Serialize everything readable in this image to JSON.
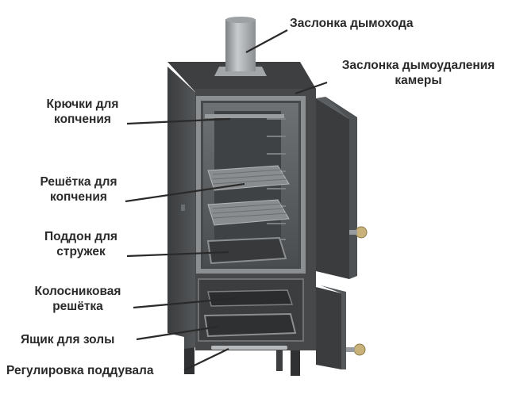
{
  "labels": {
    "chimney_damper": "Заслонка дымохода",
    "chamber_damper_1": "Заслонка дымоудаления",
    "chamber_damper_2": "камеры",
    "hooks_1": "Крючки для",
    "hooks_2": "копчения",
    "grill_1": "Решётка для",
    "grill_2": "копчения",
    "tray_1": "Поддон для",
    "tray_2": "стружек",
    "grate_1": "Колосниковая",
    "grate_2": "решётка",
    "ash_box": "Ящик для золы",
    "air_control": "Регулировка поддувала"
  },
  "colors": {
    "body": "#46484a",
    "body_dark": "#2e3032",
    "frame": "#8c8f91",
    "interior": "#5a5d5f",
    "chimney": "#a7aaad",
    "knob": "#c8b27a"
  }
}
